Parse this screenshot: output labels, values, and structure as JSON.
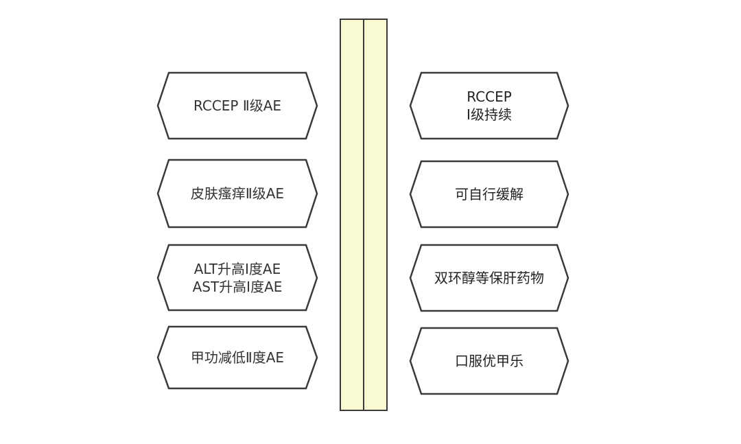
{
  "colors": {
    "stroke": "#3a3a3a",
    "hex_fill": "#ffffff",
    "bar_fill": "#fafad2",
    "text": "#222222"
  },
  "left_column": [
    {
      "lines": [
        "RCCEP  Ⅱ级AE"
      ]
    },
    {
      "lines": [
        "皮肤瘙痒Ⅱ级AE"
      ]
    },
    {
      "lines": [
        "ALT升高Ⅰ度AE",
        "AST升高Ⅰ度AE"
      ]
    },
    {
      "lines": [
        "甲功减低Ⅱ度AE"
      ]
    }
  ],
  "right_column": [
    {
      "lines": [
        "RCCEP",
        "Ⅰ级持续"
      ]
    },
    {
      "lines": [
        "可自行缓解"
      ]
    },
    {
      "lines": [
        "双环醇等保肝药物"
      ]
    },
    {
      "lines": [
        "口服优甲乐"
      ]
    }
  ]
}
